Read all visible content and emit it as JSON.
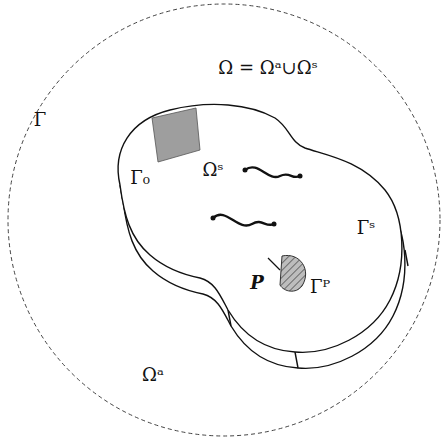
{
  "diagram": {
    "labels": [
      "Ω = Ωᵃ∪Ωˢ",
      "Γ",
      "Γ₀",
      "Ωˢ",
      "P",
      "Γᴾ",
      "Γˢ",
      "Ωᵃ"
    ]
  }
}
